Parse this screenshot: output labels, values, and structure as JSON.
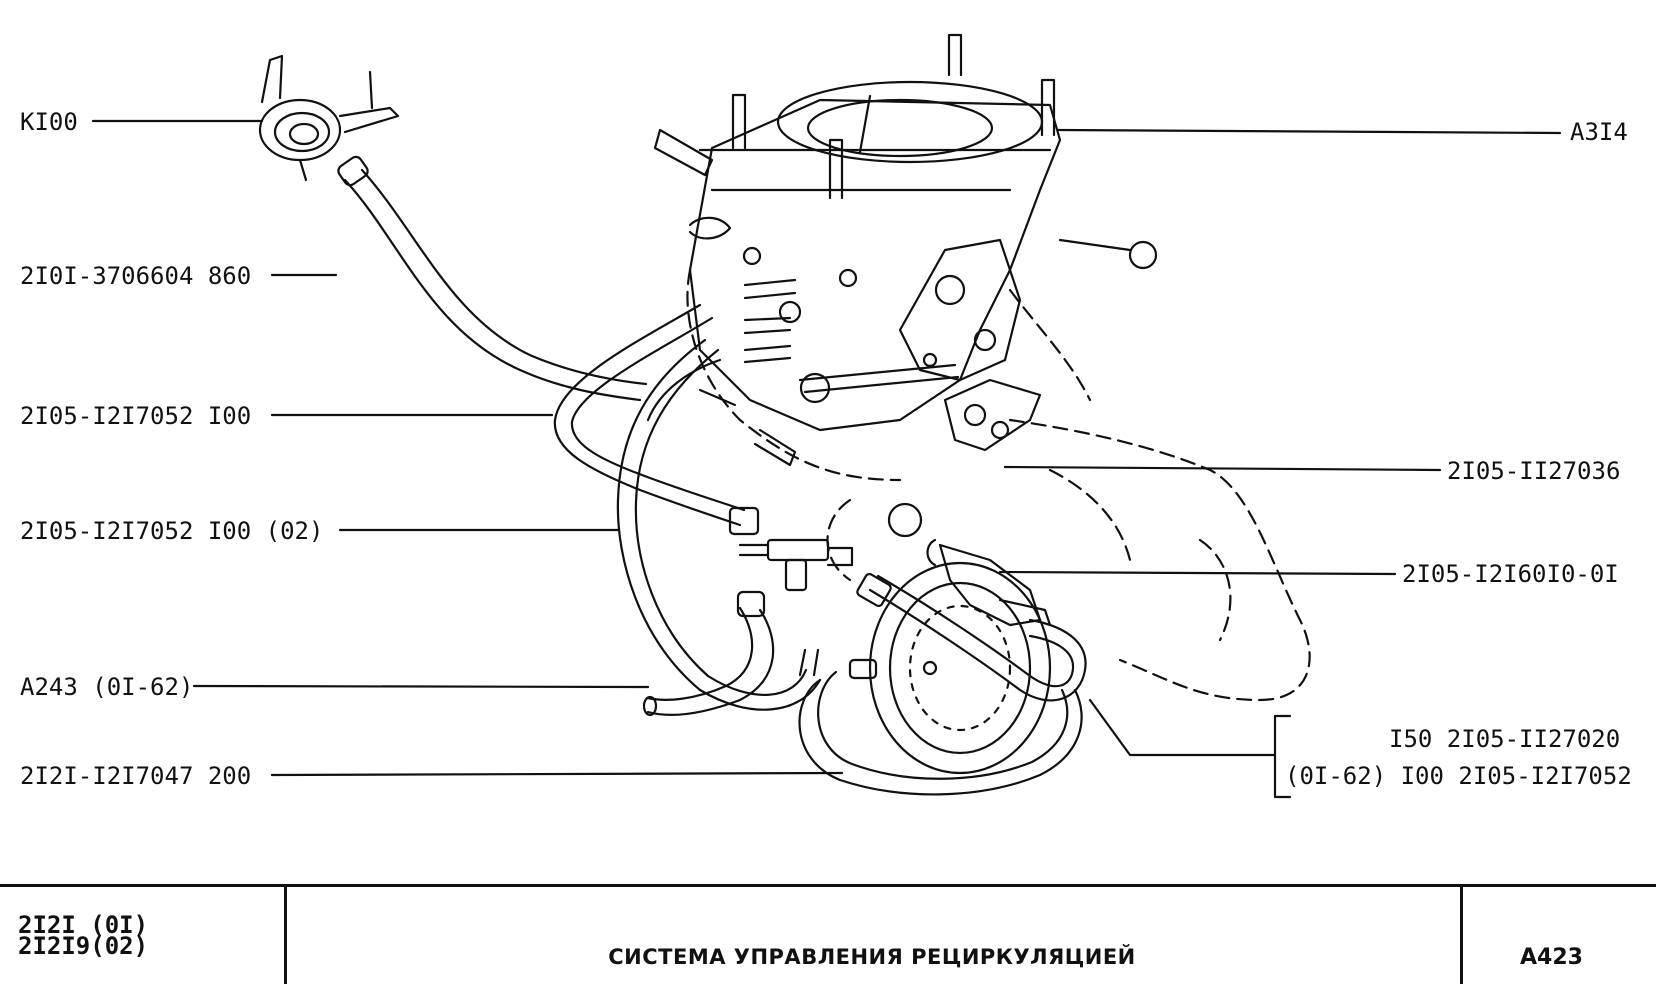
{
  "callouts": {
    "k100": "KI00",
    "a314": "A3I4",
    "hose_860": "2I0I-3706604 860",
    "hose_100": "2I05-I2I7052 I00",
    "hose_100_02": "2I05-I2I7052 I00 (02)",
    "part_27036": "2I05-II27036",
    "valve_6010": "2I05-I2I60I0-0I",
    "a243": "A243 (0I-62)",
    "hose_200": "2I2I-I2I7047 200",
    "bracket_line1": "I50 2I05-II27020",
    "bracket_line2": "(0I-62) I00 2I05-I2I7052"
  },
  "title_block": {
    "model_line1": "2I2I (0I)",
    "model_line2": "2I2I9(02)",
    "title": "СИСТЕМА УПРАВЛЕНИЯ РЕЦИРКУЛЯЦИЕЙ",
    "code": "A423"
  }
}
